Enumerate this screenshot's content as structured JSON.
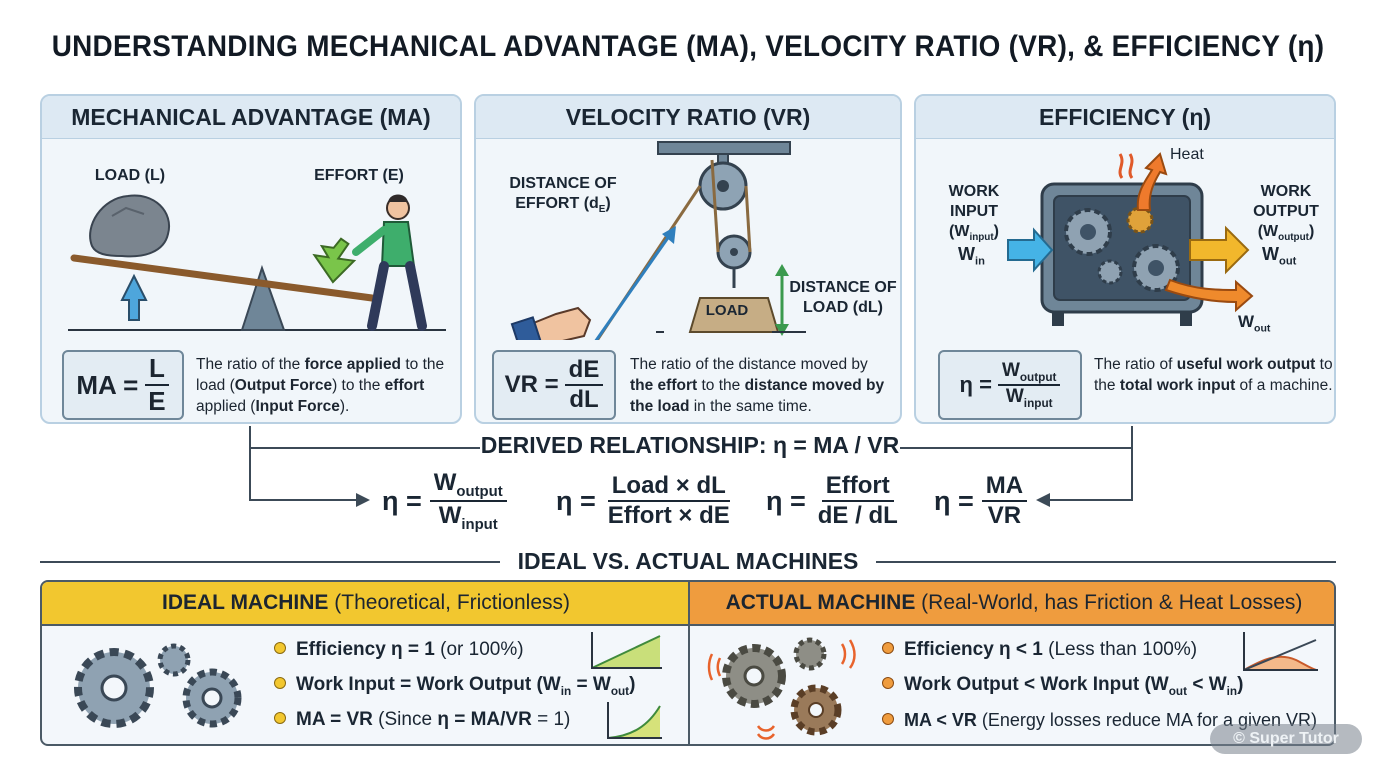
{
  "title": "UNDERSTANDING MECHANICAL ADVANTAGE (MA), VELOCITY RATIO (VR), & EFFICIENCY (η)",
  "ma": {
    "heading": "MECHANICAL ADVANTAGE (MA)",
    "load_label": "LOAD (L)",
    "effort_label": "EFFORT (E)",
    "formula_lhs": "MA =",
    "formula_num": "L",
    "formula_den": "E",
    "desc": [
      "The ratio of the ",
      "force applied",
      " to the load (",
      "Output Force",
      ") to the ",
      "effort",
      " applied (",
      "Input Force",
      ")."
    ]
  },
  "vr": {
    "heading": "VELOCITY RATIO (VR)",
    "effort_dist_line1": "DISTANCE OF",
    "effort_dist_line2": "EFFORT (d",
    "effort_dist_sub": "E",
    "effort_dist_end": ")",
    "load_block": "LOAD",
    "load_dist_line1": "DISTANCE OF",
    "load_dist_line2": "LOAD (dL)",
    "formula_lhs": "VR =",
    "formula_num": "dE",
    "formula_den": "dL",
    "desc": [
      "The ratio of the distance moved by ",
      "the effort",
      " to the ",
      "distance moved by the load",
      " in the same time."
    ]
  },
  "eff": {
    "heading": "EFFICIENCY (η)",
    "heat": "Heat",
    "work_input_l1": "WORK",
    "work_input_l2": "INPUT",
    "work_input_l3": "(W",
    "work_input_sub": "input",
    "work_input_end": ")",
    "w_in": "W",
    "w_in_sub": "in",
    "work_output_l1": "WORK",
    "work_output_l2": "OUTPUT",
    "work_output_l3": "(W",
    "work_output_sub": "output",
    "work_output_end": ")",
    "w_out": "W",
    "w_out_sub": "out",
    "w_out2": "W",
    "w_out2_sub": "out",
    "formula_lhs": "η =",
    "formula_num": "W",
    "formula_num_sub": "output",
    "formula_den": "W",
    "formula_den_sub": "input",
    "desc": [
      "The ratio of ",
      "useful work output",
      " to the ",
      "total work input",
      " of a machine."
    ]
  },
  "derived": {
    "heading": "DERIVED RELATIONSHIP: η = MA / VR",
    "eq1": {
      "lhs": "η =",
      "num": "W",
      "num_sub": "output",
      "den": "W",
      "den_sub": "input"
    },
    "eq2": {
      "lhs": "η =",
      "num": "Load × dL",
      "den": "Effort × dE"
    },
    "eq3": {
      "lhs": "η =",
      "num": "Effort",
      "den": "dE / dL"
    },
    "eq4": {
      "lhs": "η =",
      "num": "MA",
      "den": "VR"
    }
  },
  "comparison": {
    "heading": "IDEAL VS. ACTUAL MACHINES",
    "ideal": {
      "title": "IDEAL MACHINE",
      "subtitle": " (Theoretical, Frictionless)",
      "color": "#f1c62e",
      "items": [
        {
          "bold": "Efficiency η = 1",
          "rest": " (or 100%)"
        },
        {
          "bold": "Work Input = Work Output (W",
          "sub1": "in",
          "mid": " = W",
          "sub2": "out",
          "end": ")"
        },
        {
          "bold": "MA = VR",
          "rest": " (Since ",
          "bold2": "η = MA/VR",
          "rest2": " = 1)"
        }
      ]
    },
    "actual": {
      "title": "ACTUAL MACHINE",
      "subtitle": " (Real-World, has Friction & Heat Losses)",
      "color": "#ee9a3c",
      "items": [
        {
          "bold": "Efficiency η < 1",
          "rest": " (Less than 100%)"
        },
        {
          "bold": "Work Output < Work Input (W",
          "sub1": "out",
          "mid": " < W",
          "sub2": "in",
          "end": ")"
        },
        {
          "bold": "MA < VR",
          "rest": " (Energy losses reduce MA for a given VR)"
        }
      ]
    }
  },
  "watermark": "© Super Tutor"
}
